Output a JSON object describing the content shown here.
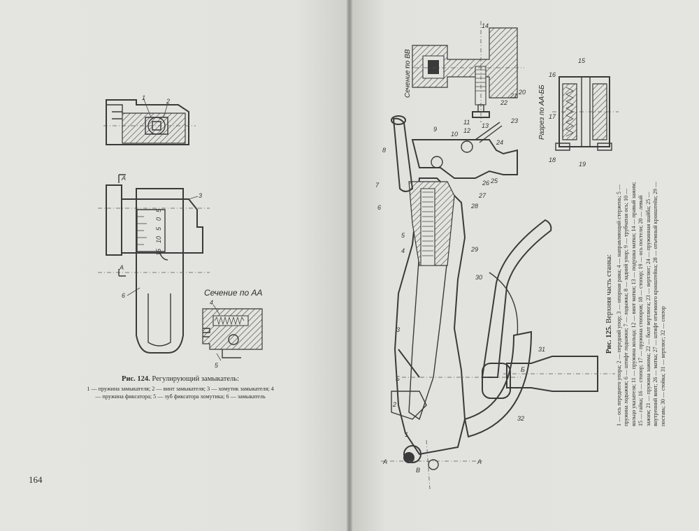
{
  "left_page": {
    "page_number": "164",
    "section_label": "Сечение по АА",
    "figure_labels": [
      "1",
      "2",
      "3",
      "4",
      "5",
      "6",
      "А",
      "А"
    ],
    "scale_marks": [
      "15",
      "10",
      "5",
      "0",
      "5"
    ],
    "caption": {
      "number": "Рис. 124.",
      "title": "Регулирующий замыкатель:",
      "legend": "1 — пружина замыкателя; 2 — винт замыкателя; 3 — хомутик замыкателя; 4 — пружина фиксатора; 5 — зуб фиксатора хомутика; 6 — замыкатель"
    }
  },
  "right_page": {
    "section_bb": "Сечение по ВВ",
    "section_aabb": "Разрез по АА-ББ",
    "figure_labels": [
      "1",
      "2",
      "3",
      "4",
      "5",
      "6",
      "7",
      "8",
      "9",
      "10",
      "11",
      "12",
      "13",
      "14",
      "15",
      "16",
      "17",
      "18",
      "19",
      "20",
      "21",
      "22",
      "23",
      "24",
      "25",
      "26",
      "27",
      "28",
      "29",
      "30",
      "31",
      "32",
      "А",
      "Б",
      "В",
      "Б",
      "А"
    ],
    "caption": {
      "number": "Рис. 125.",
      "title": "Верхняя часть станка:",
      "legend": "1 — ось переднего упора; 2 — передний упор; 3 — опорная рама; 4 — направляющий стержень; 5 — пружина лодыжки; 6 — штифт лодыжки; 7 — лодыжка; 8 — задний упор; 9 — трубчатая ось; 10 — кольцо указателя; 11 — пружина кольца; 12 — винт матки; 13 — подушка матки; 14 — правый зажим; 15 — гайка; 16 — стопор; 17 — пружина стопоров; 18 — стопор; 19 — ось постели; 20 — левый зажим; 21 — пружина зажима; 22 — болт вертлюга; 23 — вертлюг; 24 — пружинная шайба; 25 — внутренний винт; 26 — матка; 27 — штифт отъемного кронштейна; 28 — отъемный кронштейн; 29 — поставь; 30 — стойка; 31 — вертлюг; 32 — сектор"
    }
  }
}
